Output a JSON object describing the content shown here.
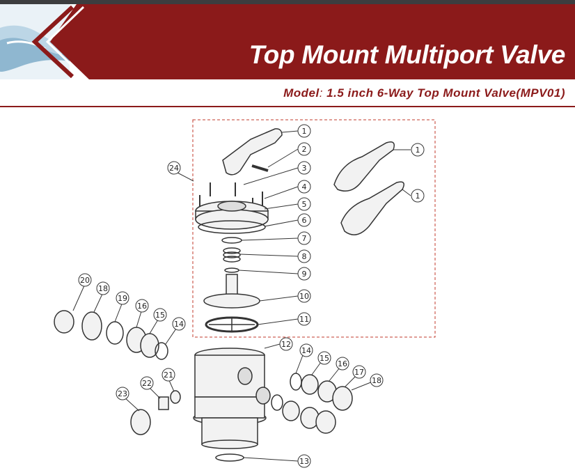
{
  "header": {
    "title": "Top Mount Multiport Valve",
    "subtitle_key": "Model",
    "subtitle_sep": ":",
    "subtitle_value": " 1.5 inch 6-Way Top Mount  Valve(MPV01)"
  },
  "colors": {
    "brand_red": "#8b1a1a",
    "dark_bar": "#3c3d3f",
    "ink": "#222222"
  },
  "callouts": [
    "1",
    "2",
    "3",
    "4",
    "5",
    "6",
    "7",
    "8",
    "9",
    "10",
    "11",
    "24",
    "1",
    "1",
    "20",
    "18",
    "19",
    "16",
    "15",
    "14",
    "12",
    "14",
    "15",
    "16",
    "17",
    "18",
    "21",
    "22",
    "23",
    "13"
  ]
}
